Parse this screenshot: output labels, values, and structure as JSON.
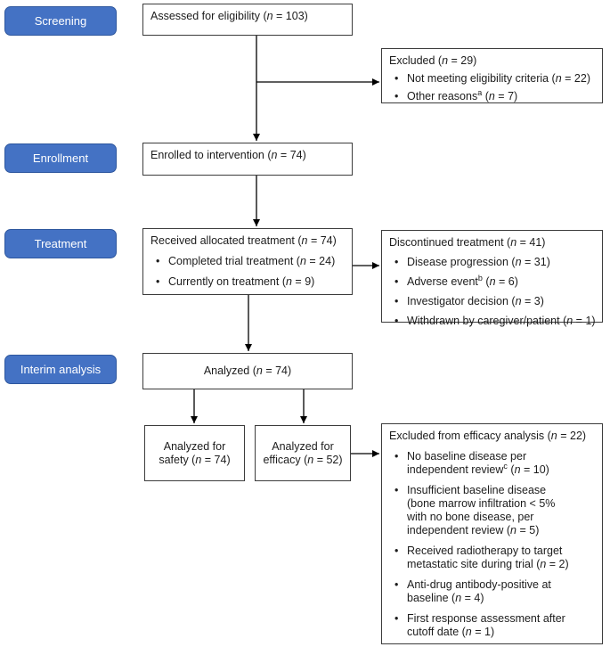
{
  "palette": {
    "stage_fill": "#4472c4",
    "stage_border": "#2e579e",
    "stage_text": "#ffffff",
    "box_border": "#3c3c3c",
    "arrow": "#000000"
  },
  "stages": [
    {
      "label": "Screening"
    },
    {
      "label": "Enrollment"
    },
    {
      "label": "Treatment"
    },
    {
      "label": "Interim analysis"
    }
  ],
  "flow": {
    "assessed": {
      "title": "Assessed for eligibility (n = 103)"
    },
    "excluded": {
      "title": "Excluded (n = 29)",
      "items": [
        "Not meeting eligibility criteria (n = 22)",
        "Other reasons^a (n = 7)"
      ]
    },
    "enrolled": {
      "title": "Enrolled to intervention (n = 74)"
    },
    "treatment": {
      "title": "Received allocated treatment (n = 74)",
      "items": [
        "Completed trial treatment (n = 24)",
        "Currently on treatment (n = 9)"
      ]
    },
    "discontinued": {
      "title": "Discontinued treatment (n = 41)",
      "items": [
        "Disease progression (n = 31)",
        "Adverse event^b (n = 6)",
        "Investigator decision (n = 3)",
        "Withdrawn by caregiver/patient (n = 1)"
      ]
    },
    "analyzed": {
      "title": "Analyzed (n = 74)"
    },
    "safety": {
      "title": "Analyzed for\nsafety (n = 74)"
    },
    "efficacy": {
      "title": "Analyzed for\nefficacy (n = 52)"
    },
    "efficacy_excluded": {
      "title": "Excluded from efficacy analysis (n = 22)",
      "items": [
        "No baseline disease per\nindependent review^c (n = 10)",
        "Insufficient baseline disease\n(bone marrow infiltration < 5%\nwith no bone disease, per\nindependent review (n = 5)",
        "Received radiotherapy to target\nmetastatic site during trial (n = 2)",
        "Anti-drug antibody-positive at\nbaseline (n = 4)",
        "First response assessment after\ncutoff date (n = 1)"
      ]
    }
  }
}
